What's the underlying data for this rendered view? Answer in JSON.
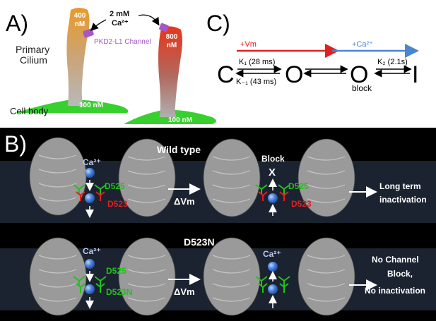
{
  "panel_a": {
    "letter": "A)",
    "cilium1_conc": [
      "400",
      "nM"
    ],
    "cilium2_conc": [
      "800",
      "nM"
    ],
    "external_ca": [
      "2 mM",
      "Ca²⁺"
    ],
    "channel_label": "PKD2-L1 Channel",
    "primary_cilium": [
      "Primary",
      "Cilium"
    ],
    "cell_body": "Cell body",
    "base1_conc": "100 nM",
    "base2_conc": "100 nM",
    "colors": {
      "cilium_low": "#e8a33a",
      "cilium_high": "#e33b1f",
      "base": "#35d12e",
      "channel": "#a855c8"
    }
  },
  "panel_c": {
    "letter": "C)",
    "vm_label": "+Vm",
    "ca_label": "+Ca²⁺",
    "state_c": "C",
    "state_o": "O",
    "state_oblock": "O",
    "block_sub": "block",
    "state_i": "I",
    "k1": "K₁ (28 ms)",
    "km1": "K₋₁ (43 ms)",
    "k2": "K₂ (2.1s)",
    "colors": {
      "vm_arrow": "#e02020",
      "ca_arrow": "#4a86cf"
    }
  },
  "panel_b": {
    "letter": "B)",
    "wild_type": "Wild type",
    "d523n": "D523N",
    "ca": "Ca²⁺",
    "d525": "D525",
    "d523": "D523",
    "d523n_res": "D523N",
    "delta_vm": "ΔVm",
    "block": "Block",
    "x_mark": "X",
    "long_term": [
      "Long term",
      "inactivation"
    ],
    "no_block": [
      "No Channel",
      "Block,",
      "No inactivation"
    ],
    "colors": {
      "background": "#000000",
      "d525": "#22c11b",
      "d523": "#e01e1e",
      "ion": "#4a7fd8",
      "protein": "#9a9a9a"
    }
  }
}
